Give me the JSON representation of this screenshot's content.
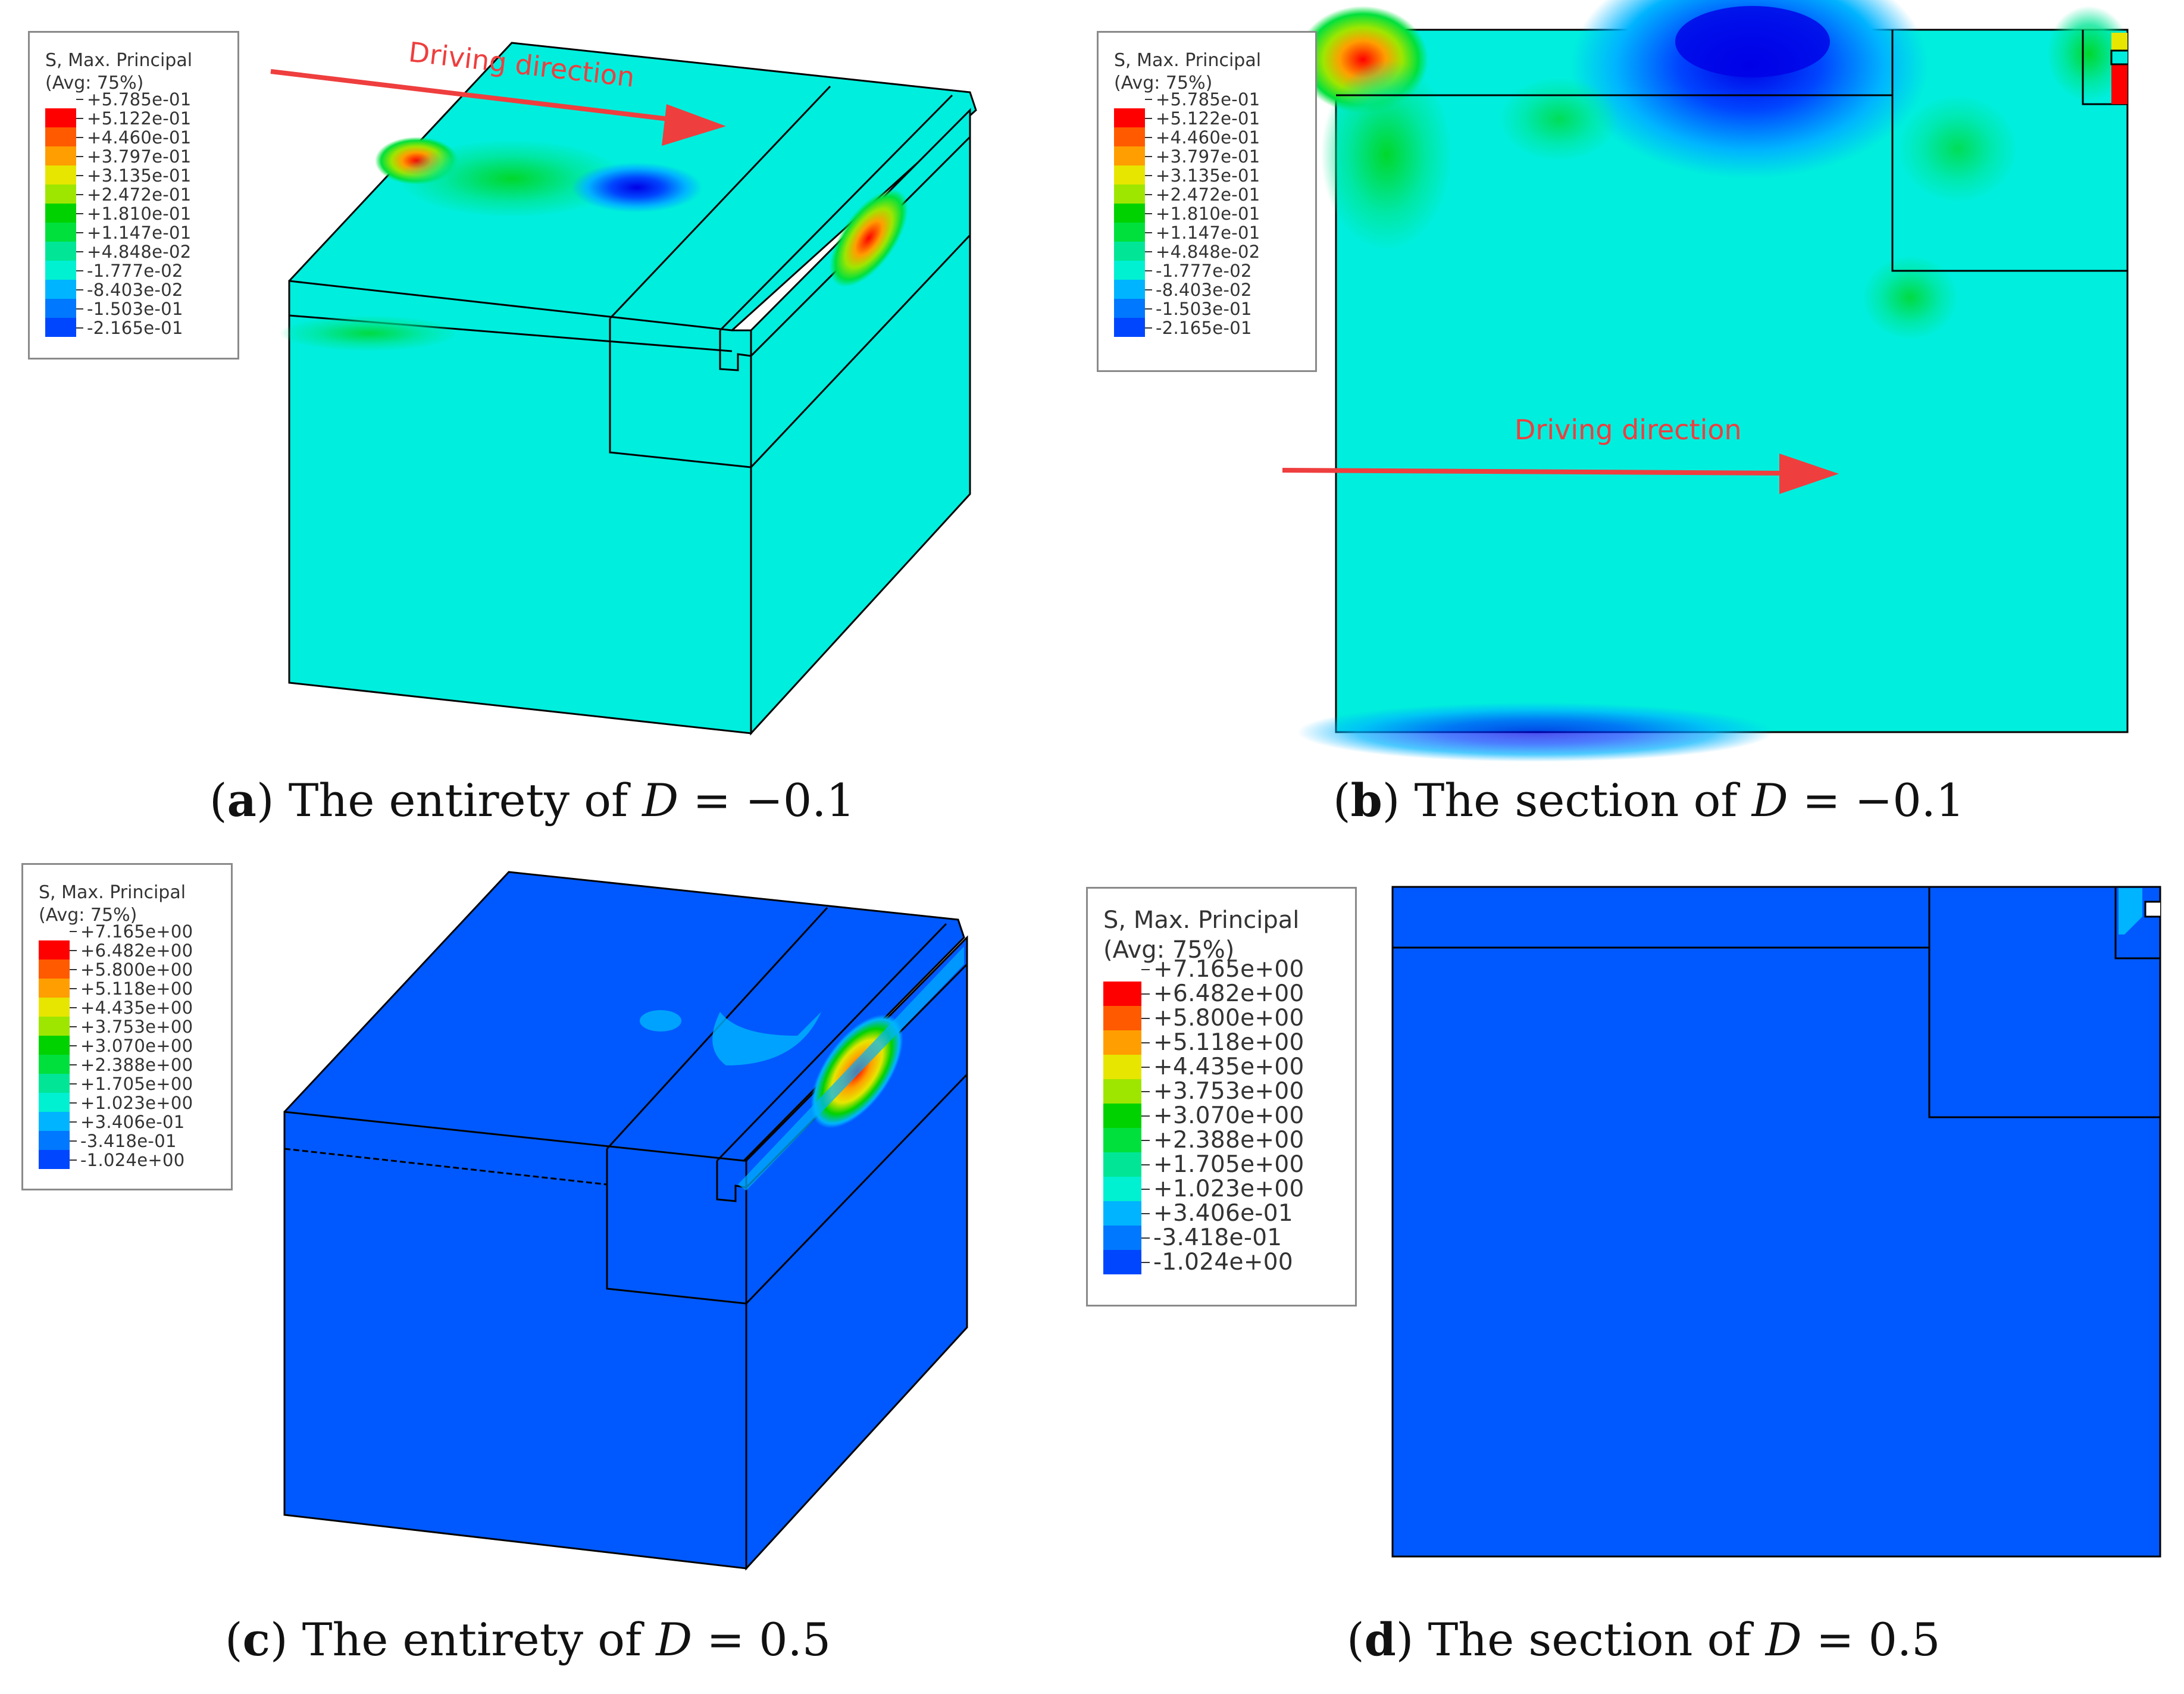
{
  "panels": [
    {
      "id": "a",
      "letter": "a",
      "caption_text": "The entirety of",
      "caption_var": "D",
      "caption_value": "= −0.1",
      "arrow_label": "Driving direction",
      "legend": {
        "title_line1": "S, Max. Principal",
        "title_line2": "(Avg: 75%)",
        "labels": [
          "+5.785e-01",
          "+5.122e-01",
          "+4.460e-01",
          "+3.797e-01",
          "+3.135e-01",
          "+2.472e-01",
          "+1.810e-01",
          "+1.147e-01",
          "+4.848e-02",
          "-1.777e-02",
          "-8.403e-02",
          "-1.503e-01",
          "-2.165e-01"
        ]
      }
    },
    {
      "id": "b",
      "letter": "b",
      "caption_text": "The section of",
      "caption_var": "D",
      "caption_value": "= −0.1",
      "arrow_label": "Driving direction",
      "legend": {
        "title_line1": "S, Max. Principal",
        "title_line2": "(Avg: 75%)",
        "labels": [
          "+5.785e-01",
          "+5.122e-01",
          "+4.460e-01",
          "+3.797e-01",
          "+3.135e-01",
          "+2.472e-01",
          "+1.810e-01",
          "+1.147e-01",
          "+4.848e-02",
          "-1.777e-02",
          "-8.403e-02",
          "-1.503e-01",
          "-2.165e-01"
        ]
      }
    },
    {
      "id": "c",
      "letter": "c",
      "caption_text": "The entirety of",
      "caption_var": "D",
      "caption_value": "= 0.5",
      "legend": {
        "title_line1": "S, Max. Principal",
        "title_line2": "(Avg: 75%)",
        "labels": [
          "+7.165e+00",
          "+6.482e+00",
          "+5.800e+00",
          "+5.118e+00",
          "+4.435e+00",
          "+3.753e+00",
          "+3.070e+00",
          "+2.388e+00",
          "+1.705e+00",
          "+1.023e+00",
          "+3.406e-01",
          "-3.418e-01",
          "-1.024e+00"
        ]
      }
    },
    {
      "id": "d",
      "letter": "d",
      "caption_text": "The section of",
      "caption_var": "D",
      "caption_value": "= 0.5",
      "legend": {
        "title_line1": "S, Max. Principal",
        "title_line2": "(Avg: 75%)",
        "labels": [
          "+7.165e+00",
          "+6.482e+00",
          "+5.800e+00",
          "+5.118e+00",
          "+4.435e+00",
          "+3.753e+00",
          "+3.070e+00",
          "+2.388e+00",
          "+1.705e+00",
          "+1.023e+00",
          "+3.406e-01",
          "-3.418e-01",
          "-1.024e+00"
        ]
      }
    }
  ],
  "colors": {
    "scale": [
      "#ff0000",
      "#ff5a00",
      "#ff9e00",
      "#e6e600",
      "#9ee600",
      "#00d200",
      "#00e03c",
      "#00e696",
      "#00f0d2",
      "#00b4ff",
      "#0078ff",
      "#0046ff",
      "#0000e6"
    ],
    "background_a_b": "#00eedd",
    "background_c_d": "#0059ff",
    "arrow": "#ef3e3e",
    "edge": "#000000"
  }
}
